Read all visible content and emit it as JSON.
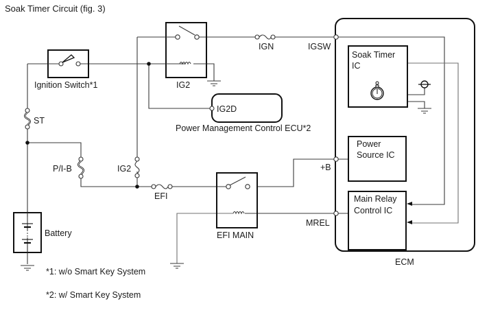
{
  "title": "Soak Timer Circuit (fig. 3)",
  "components": {
    "ignition_switch": "Ignition Switch*1",
    "ig2_relay": "IG2",
    "ign_fuse": "IGN",
    "st_fuse": "ST",
    "pib_fuse": "P/I-B",
    "ig2_fuse": "IG2",
    "efi_fuse": "EFI",
    "efi_main_relay": "EFI MAIN",
    "battery": "Battery",
    "pm_ecu": "Power Management Control ECU*2",
    "pm_ecu_terminal": "IG2D",
    "ecm": "ECM",
    "soak_timer_ic_line1": "Soak Timer",
    "soak_timer_ic_line2": "IC",
    "power_source_ic_line1": "Power",
    "power_source_ic_line2": "Source IC",
    "main_relay_ic_line1": "Main Relay",
    "main_relay_ic_line2": "Control IC"
  },
  "terminals": {
    "igsw": "IGSW",
    "plus_b": "+B",
    "mrel": "MREL"
  },
  "notes": [
    "*1: w/o Smart Key System",
    "*2: w/ Smart Key System"
  ]
}
